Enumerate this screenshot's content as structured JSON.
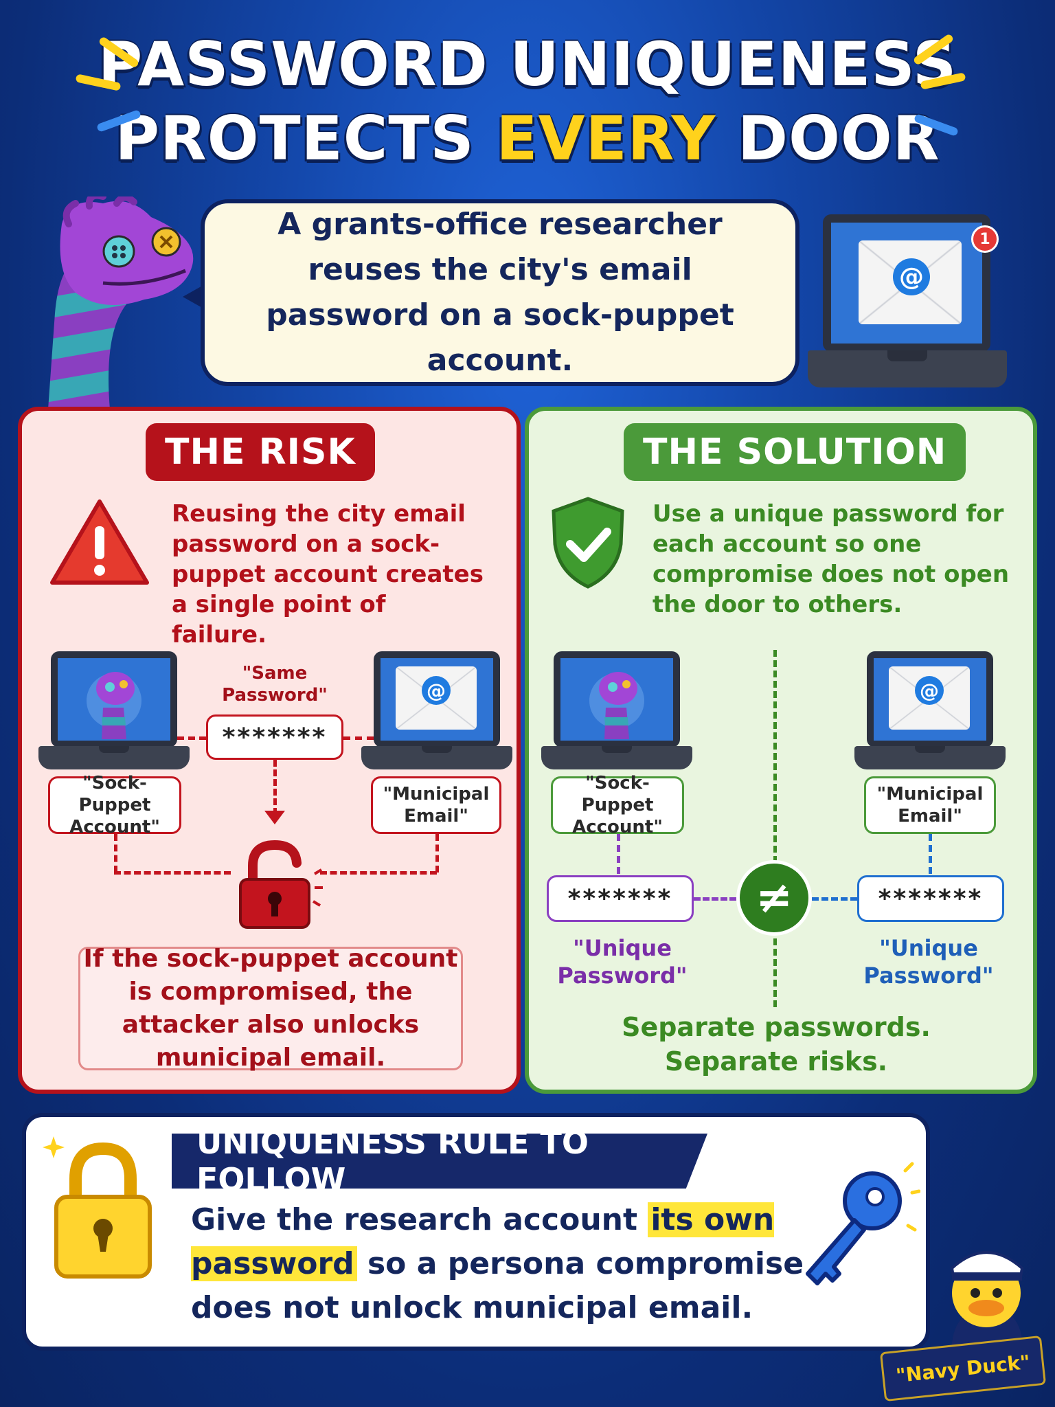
{
  "title": {
    "line1": "PASSWORD UNIQUENESS",
    "line2_a": "PROTECTS ",
    "line2_highlight": "EVERY",
    "line2_b": " DOOR"
  },
  "intro": {
    "text": "A grants-office researcher reuses the city's email password on a sock-puppet account.",
    "notification_count": "1"
  },
  "risk": {
    "tag": "THE RISK",
    "description": "Reusing the city email password on a sock-puppet account creates a single point of failure.",
    "same_password_label": "\"Same Password\"",
    "password_mask": "*******",
    "sock_label": "\"Sock-Puppet Account\"",
    "email_label": "\"Municipal Email\"",
    "consequence": "If the sock-puppet account is compromised, the attacker also unlocks municipal email."
  },
  "solution": {
    "tag": "THE SOLUTION",
    "description": "Use a unique password for each account so one compromise does not open the door to others.",
    "sock_label": "\"Sock-Puppet Account\"",
    "email_label": "\"Municipal Email\"",
    "password_mask_left": "*******",
    "password_mask_right": "*******",
    "not_equal": "≠",
    "unique_label_left": "\"Unique Password\"",
    "unique_label_right": "\"Unique Password\"",
    "tagline_1": "Separate passwords.",
    "tagline_2": "Separate risks."
  },
  "rule": {
    "heading": "UNIQUENESS RULE TO FOLLOW",
    "text_before": "Give the research account ",
    "text_highlight": "its own password",
    "text_after": " so a persona compromise does not unlock municipal email."
  },
  "mascot": {
    "name": "\"Navy Duck\""
  },
  "colors": {
    "risk": "#b5121b",
    "solution": "#4b9a3a",
    "highlight": "#ffd21c",
    "navy": "#16286a"
  },
  "icons": [
    "warning-icon",
    "shield-check-icon",
    "open-padlock-icon",
    "padlock-icon",
    "key-icon",
    "email-icon",
    "at-icon"
  ]
}
